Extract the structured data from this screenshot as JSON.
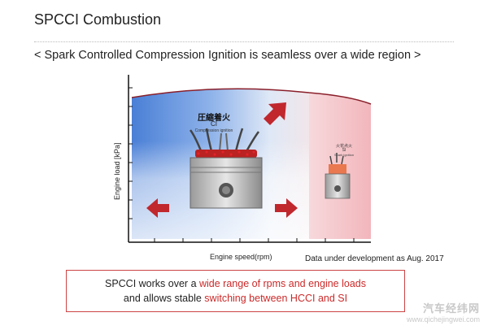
{
  "title": "SPCCI Combustion",
  "subtitle": "< Spark Controlled Compression Ignition is seamless over a wide region >",
  "diagram": {
    "ylabel": "Engine load  [kPa]",
    "xlabel": "Engine speed(rpm)",
    "note": "Data under development as Aug. 2017",
    "ci_label": "圧縮着火",
    "ci_code": "CI",
    "ci_sub": "Compression ignition",
    "si_label": "火花点火",
    "si_code": "SI",
    "si_sub": "Spark ignition"
  },
  "callout": {
    "line1_plain": "SPCCI works over a ",
    "line1_red": "wide range of rpms and engine loads",
    "line2_plain": "and allows stable ",
    "line2_red": "switching between HCCI and SI"
  },
  "watermark": {
    "name": "汽车经纬网",
    "url": "www.qichejingwei.com"
  },
  "colors": {
    "accent_red": "#cc2a2a",
    "arrow_red": "#c0282e"
  }
}
